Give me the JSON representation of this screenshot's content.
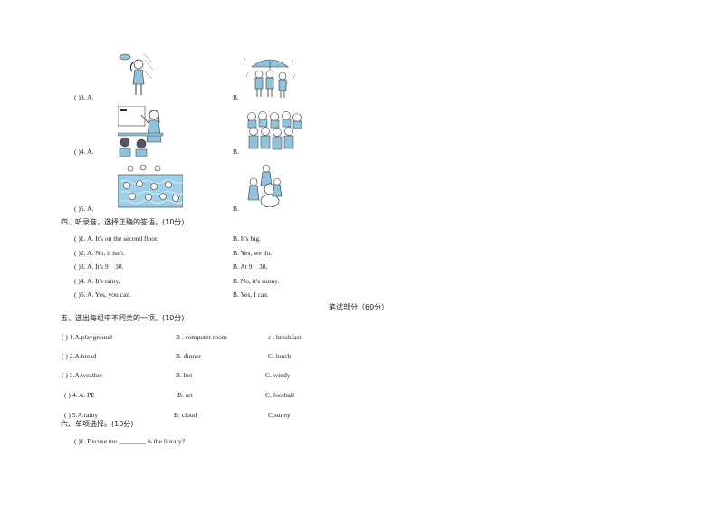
{
  "picture_items": [
    {
      "a": "(      )3. A.",
      "b": "B."
    },
    {
      "a": "(      )4. A.",
      "b": "B."
    },
    {
      "a": "(      )5. A.",
      "b": "B."
    }
  ],
  "section4": {
    "heading": "四、听录音，选择正确的答语。(10分)",
    "items": [
      {
        "num": "(      )1. A. It's on the  second floor.",
        "b": "B. It's big."
      },
      {
        "num": "(      )2. A. No, it isn't.",
        "b": "B. Yes, we do."
      },
      {
        "num": "(      )3. A. It's 9：30.",
        "b": "B. At 9：30."
      },
      {
        "num": "(      )4. A. It's rainy.",
        "b": "B. No, it's sunny."
      },
      {
        "num": "(      )5. A. Yes, you can.",
        "b": "B. Yes, I can."
      }
    ]
  },
  "written_part": "笔试部分（60分）",
  "section5": {
    "heading": "五、选出每组中不同类的一项。(10分)",
    "items": [
      {
        "a": "(      ) 1.A.playground",
        "b": "B . computer   room",
        "c": "c . breakfast"
      },
      {
        "a": "(      ) 2.A.bread",
        "b": "B. dinner",
        "c": "C. lunch"
      },
      {
        "a": "(      ) 3.A.weather",
        "b": "B. hot",
        "c": "C. windy"
      },
      {
        "a": "(      ) 4. A. PE",
        "b": "B. art",
        "c": "C. football"
      },
      {
        "a": "(    )    5.A.rainy",
        "b": "B. cloud",
        "c": "C.sunny"
      }
    ]
  },
  "section6": {
    "heading": "六、单项选择。(10分)",
    "items": [
      {
        "text": "(      )1. Excuse me   ________ is the library?"
      }
    ]
  }
}
